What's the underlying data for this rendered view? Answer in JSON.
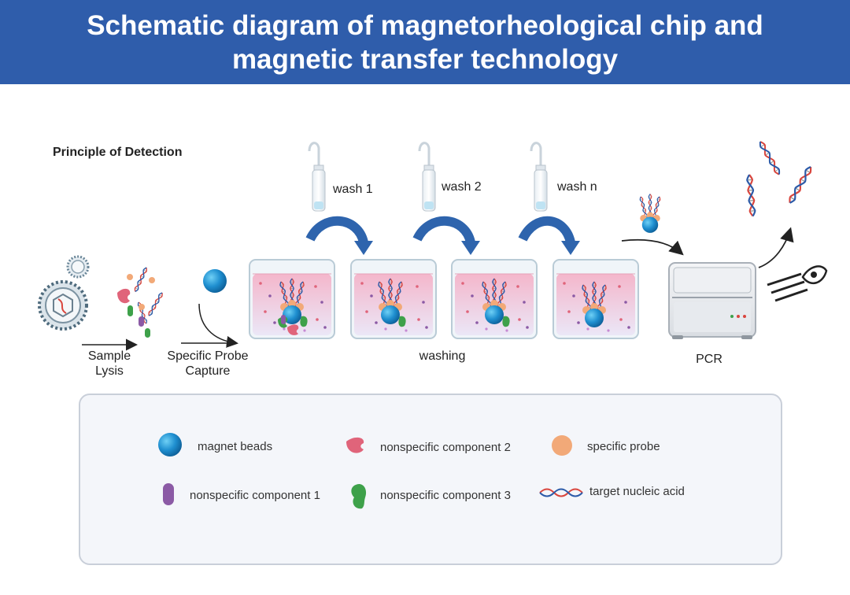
{
  "title": "Schematic diagram of magnetorheological chip and magnetic transfer technology",
  "principle_label": "Principle of Detection",
  "steps": {
    "sample_lysis": "Sample\nLysis",
    "probe_capture": "Specific Probe\nCapture",
    "washing": "washing",
    "pcr": "PCR"
  },
  "washes": [
    "wash 1",
    "wash 2",
    "wash n"
  ],
  "legend": [
    {
      "label": "magnet beads",
      "icon": "magnet-bead-icon",
      "color": "#1f8fd0"
    },
    {
      "label": "nonspecific component 2",
      "icon": "nonspecific-component-2-icon",
      "color": "#e0647a"
    },
    {
      "label": "specific probe",
      "icon": "specific-probe-icon",
      "color": "#f2a978"
    },
    {
      "label": "nonspecific component 1",
      "icon": "nonspecific-component-1-icon",
      "color": "#8b5aa5"
    },
    {
      "label": "nonspecific component 3",
      "icon": "nonspecific-component-3-icon",
      "color": "#3ea14a"
    },
    {
      "label": "target nucleic acid",
      "icon": "dna-icon",
      "color": "#d9453d"
    }
  ],
  "colors": {
    "banner": "#2f5dab",
    "arrow_blue": "#2e64ad",
    "bead": "#1f8fd0",
    "liquid_top": "#f3b8cc",
    "liquid_bottom": "#ece6f6"
  }
}
